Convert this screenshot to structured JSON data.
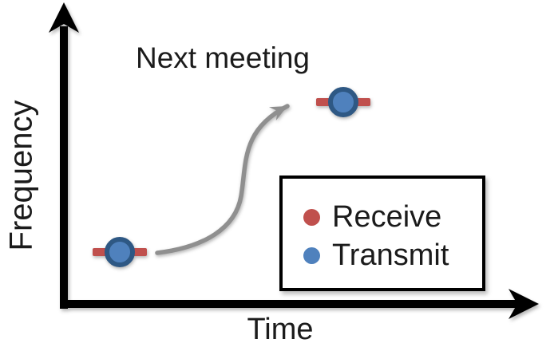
{
  "figure": {
    "annotation": "Next meeting",
    "x_axis_label": "Time",
    "y_axis_label": "Frequency"
  },
  "legend": {
    "items": [
      {
        "label": "Receive",
        "color": "#C0504D"
      },
      {
        "label": "Transmit",
        "color": "#4F81BD"
      }
    ]
  },
  "colors": {
    "receive_red": "#C0504D",
    "transmit_blue": "#4F81BD",
    "transmit_ring": "#2E5884",
    "arrow_gray": "#8F8F8F",
    "axis_black": "#000000"
  },
  "chart_data": {
    "type": "scatter",
    "title": "",
    "xlabel": "Time",
    "ylabel": "Frequency",
    "annotation": "Next meeting",
    "legend_entries": [
      "Receive",
      "Transmit"
    ],
    "axis_ticks": "none (conceptual diagram, no numeric scale)",
    "points": [
      {
        "id": "current-meeting",
        "x_frac": 0.12,
        "y_frac": 0.17,
        "marker": "blue transmit circle centered on red receive bar"
      },
      {
        "id": "next-meeting",
        "x_frac": 0.59,
        "y_frac": 0.67,
        "marker": "blue transmit circle centered on red receive bar"
      }
    ],
    "annotation_arrow": "gray S-shaped curved arrow from current point up-right to next-meeting point",
    "legend_position": "lower right inside plot, black rectangular border"
  }
}
